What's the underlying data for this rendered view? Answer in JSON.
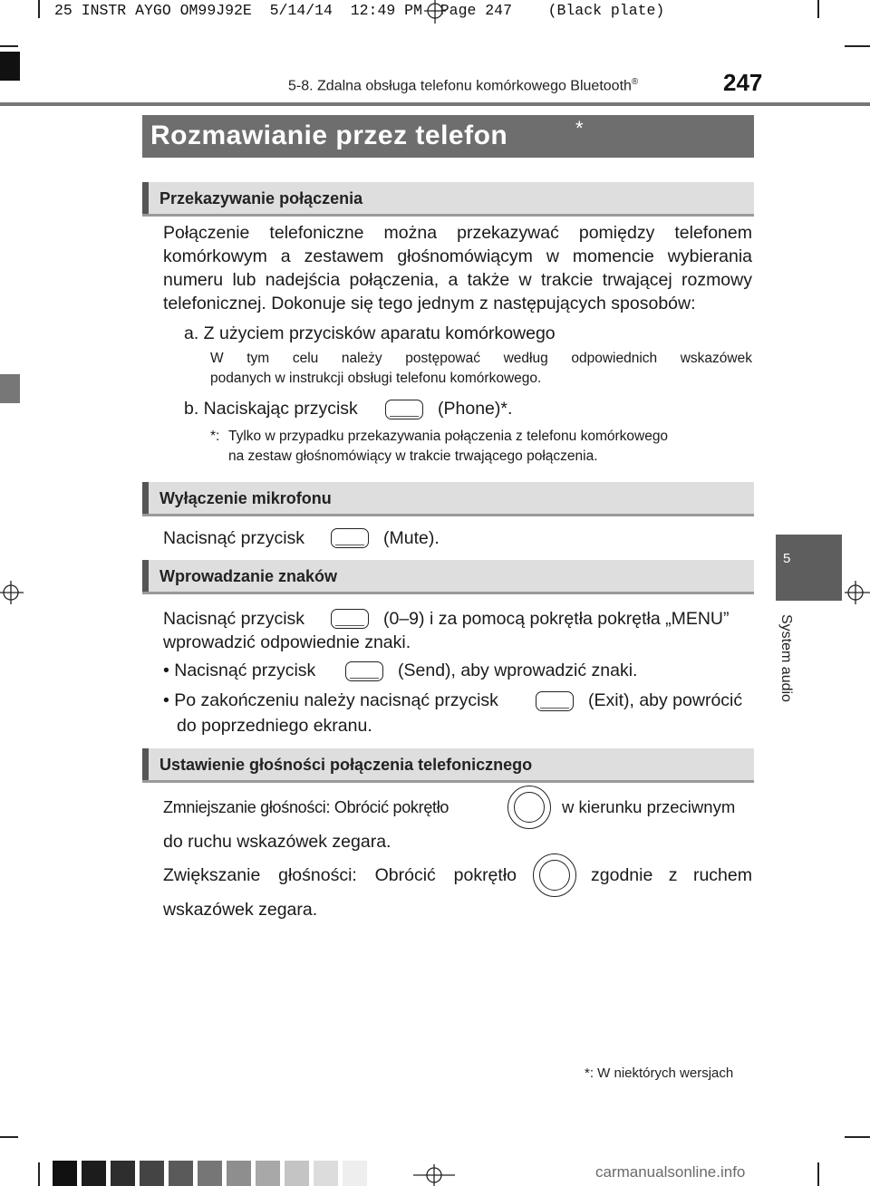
{
  "slug": "25 INSTR AYGO OM99J92E  5/14/14  12:49 PM  Page 247    (Black plate)",
  "header": {
    "section": "5-8. Zdalna obsługa telefonu komórkowego Bluetooth",
    "section_reg": "®",
    "page_number": "247"
  },
  "title": {
    "text": "Rozmawianie przez telefon",
    "asterisk": "*"
  },
  "sections": {
    "transfer": {
      "heading": "Przekazywanie połączenia",
      "lines": [
        "Połączenie telefoniczne można przekazywać pomiędzy telefonem",
        "komórkowym a zestawem głośnomówiącym w momencie wybierania",
        "numeru lub nadejścia połączenia, a także w trakcie trwającej rozmowy",
        "telefonicznej. Dokonuje się tego jednym z następujących sposobów:"
      ],
      "item_a": "a. Z użyciem przycisków aparatu komórkowego",
      "item_a_note": [
        "W tym celu należy postępować według odpowiednich wskazówek",
        "podanych w instrukcji obsługi telefonu komórkowego."
      ],
      "item_b_prefix": "b. Naciskając przycisk",
      "item_b_suffix": "(Phone)*.",
      "note_star": "*:",
      "note_lines": [
        "Tylko w przypadku przekazywania połączenia z telefonu komórkowego",
        "na zestaw głośnomówiący w trakcie trwającego połączenia."
      ]
    },
    "mute": {
      "heading": "Wyłączenie mikrofonu",
      "prefix": "Nacisnąć przycisk",
      "suffix": "(Mute)."
    },
    "input": {
      "heading": "Wprowadzanie znaków",
      "line1_prefix": "Nacisnąć przycisk",
      "line1_suffix": "(0–9) i za pomocą pokrętła pokrętła „MENU”",
      "line2": "wprowadzić odpowiednie znaki.",
      "bullet1_prefix": "• Nacisnąć przycisk",
      "bullet1_suffix": "(Send), aby wprowadzić znaki.",
      "bullet2_prefix": "• Po zakończeniu należy nacisnąć przycisk",
      "bullet2_suffix": "(Exit), aby powrócić",
      "bullet2_cont": "do poprzedniego ekranu."
    },
    "volume": {
      "heading": "Ustawienie głośności połączenia telefonicznego",
      "dec_prefix": "Zmniejszanie głośności: Obrócić pokrętło",
      "dec_suffix": "w kierunku przeciwnym",
      "dec_cont": "do ruchu wskazówek zegara.",
      "inc_prefix": "Zwiększanie głośności: Obrócić pokrętło",
      "inc_suffix": "zgodnie z ruchem",
      "inc_cont": "wskazówek zegara."
    }
  },
  "side_tab": {
    "number": "5",
    "label": "System audio"
  },
  "footnote": "*: W niektórych wersjach",
  "watermark": "carmanualsonline.info",
  "colors": {
    "title_bar": "#6e6e6e",
    "subhead": "#dedede",
    "side_tab": "#5e5e5e"
  },
  "swatch_colors": [
    "#111111",
    "#1c1c1c",
    "#2e2e2e",
    "#444444",
    "#5a5a5a",
    "#767676",
    "#8e8e8e",
    "#a8a8a8",
    "#c4c4c4",
    "#dcdcdc",
    "#eeeeee"
  ]
}
